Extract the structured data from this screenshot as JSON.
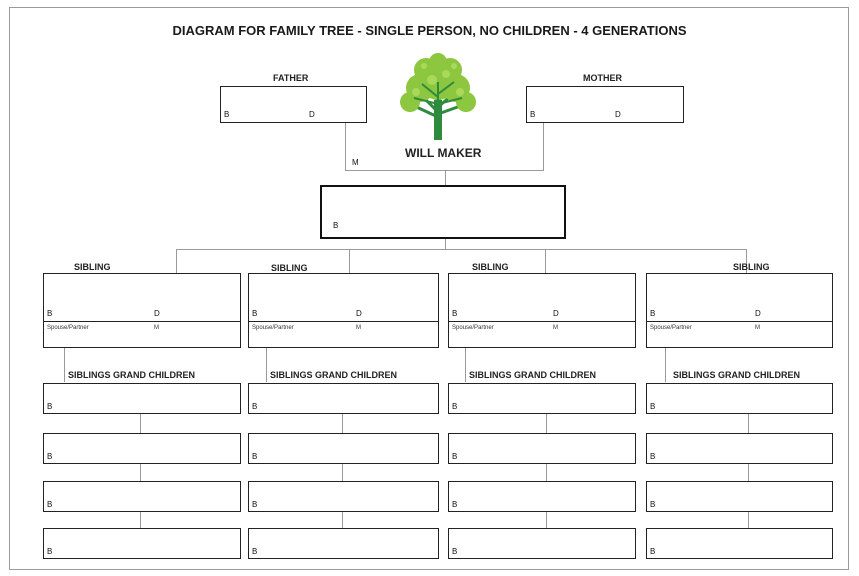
{
  "title": "DIAGRAM FOR FAMILY TREE - SINGLE PERSON, NO CHILDREN - 4 GENERATIONS",
  "parents": {
    "father": {
      "label": "FATHER",
      "b": "B",
      "d": "D"
    },
    "mother": {
      "label": "MOTHER",
      "b": "B",
      "d": "D"
    },
    "m": "M"
  },
  "will_maker": {
    "label": "WILL MAKER",
    "b": "B"
  },
  "siblings": [
    {
      "label": "SIBLING",
      "b": "B",
      "d": "D",
      "spouse": "Spouse/Partner",
      "m": "M",
      "gc_label": "SIBLINGS GRAND CHILDREN",
      "gc": [
        "B",
        "B",
        "B",
        "B"
      ]
    },
    {
      "label": "SIBLING",
      "b": "B",
      "d": "D",
      "spouse": "Spouse/Partner",
      "m": "M",
      "gc_label": "SIBLINGS GRAND CHILDREN",
      "gc": [
        "B",
        "B",
        "B",
        "B"
      ]
    },
    {
      "label": "SIBLING",
      "b": "B",
      "d": "D",
      "spouse": "Spouse/Partner",
      "m": "M",
      "gc_label": "SIBLINGS GRAND CHILDREN",
      "gc": [
        "B",
        "B",
        "B",
        "B"
      ]
    },
    {
      "label": "SIBLING",
      "b": "B",
      "d": "D",
      "spouse": "Spouse/Partner",
      "m": "M",
      "gc_label": "SIBLINGS GRAND CHILDREN",
      "gc": [
        "B",
        "B",
        "B",
        "B"
      ]
    }
  ],
  "tree_icon": "tree-icon",
  "colors": {
    "tree_leaves": "#8dc63f",
    "tree_trunk": "#2e8b3e",
    "lines": "#9a9a9a",
    "box_border": "#222222"
  }
}
